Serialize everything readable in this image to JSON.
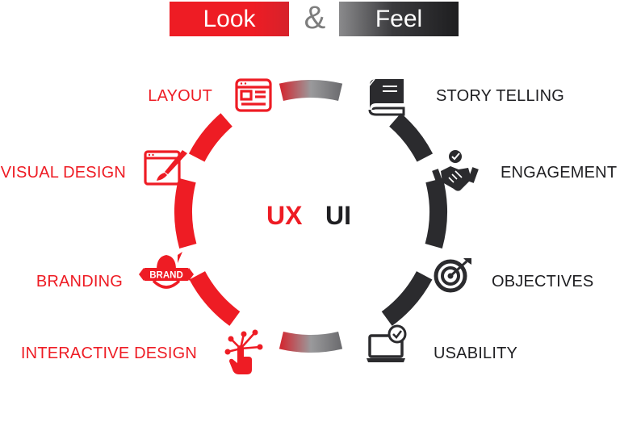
{
  "header": {
    "look_label": "Look",
    "ampersand": "&",
    "feel_label": "Feel"
  },
  "center": {
    "ux_label": "UX",
    "ui_label": "UI"
  },
  "left_items": [
    {
      "label": "LAYOUT",
      "icon": "layout-icon"
    },
    {
      "label": "VISUAL DESIGN",
      "icon": "visual-design-icon"
    },
    {
      "label": "BRANDING",
      "icon": "branding-icon"
    },
    {
      "label": "INTERACTIVE DESIGN",
      "icon": "interactive-design-icon"
    }
  ],
  "right_items": [
    {
      "label": "STORY TELLING",
      "icon": "book-icon"
    },
    {
      "label": "ENGAGEMENT",
      "icon": "handshake-icon"
    },
    {
      "label": "OBJECTIVES",
      "icon": "target-icon"
    },
    {
      "label": "USABILITY",
      "icon": "laptop-check-icon"
    }
  ],
  "colors": {
    "red": "#ee1c24",
    "dark": "#2b2b2e",
    "gray": "#7d7d7d"
  }
}
